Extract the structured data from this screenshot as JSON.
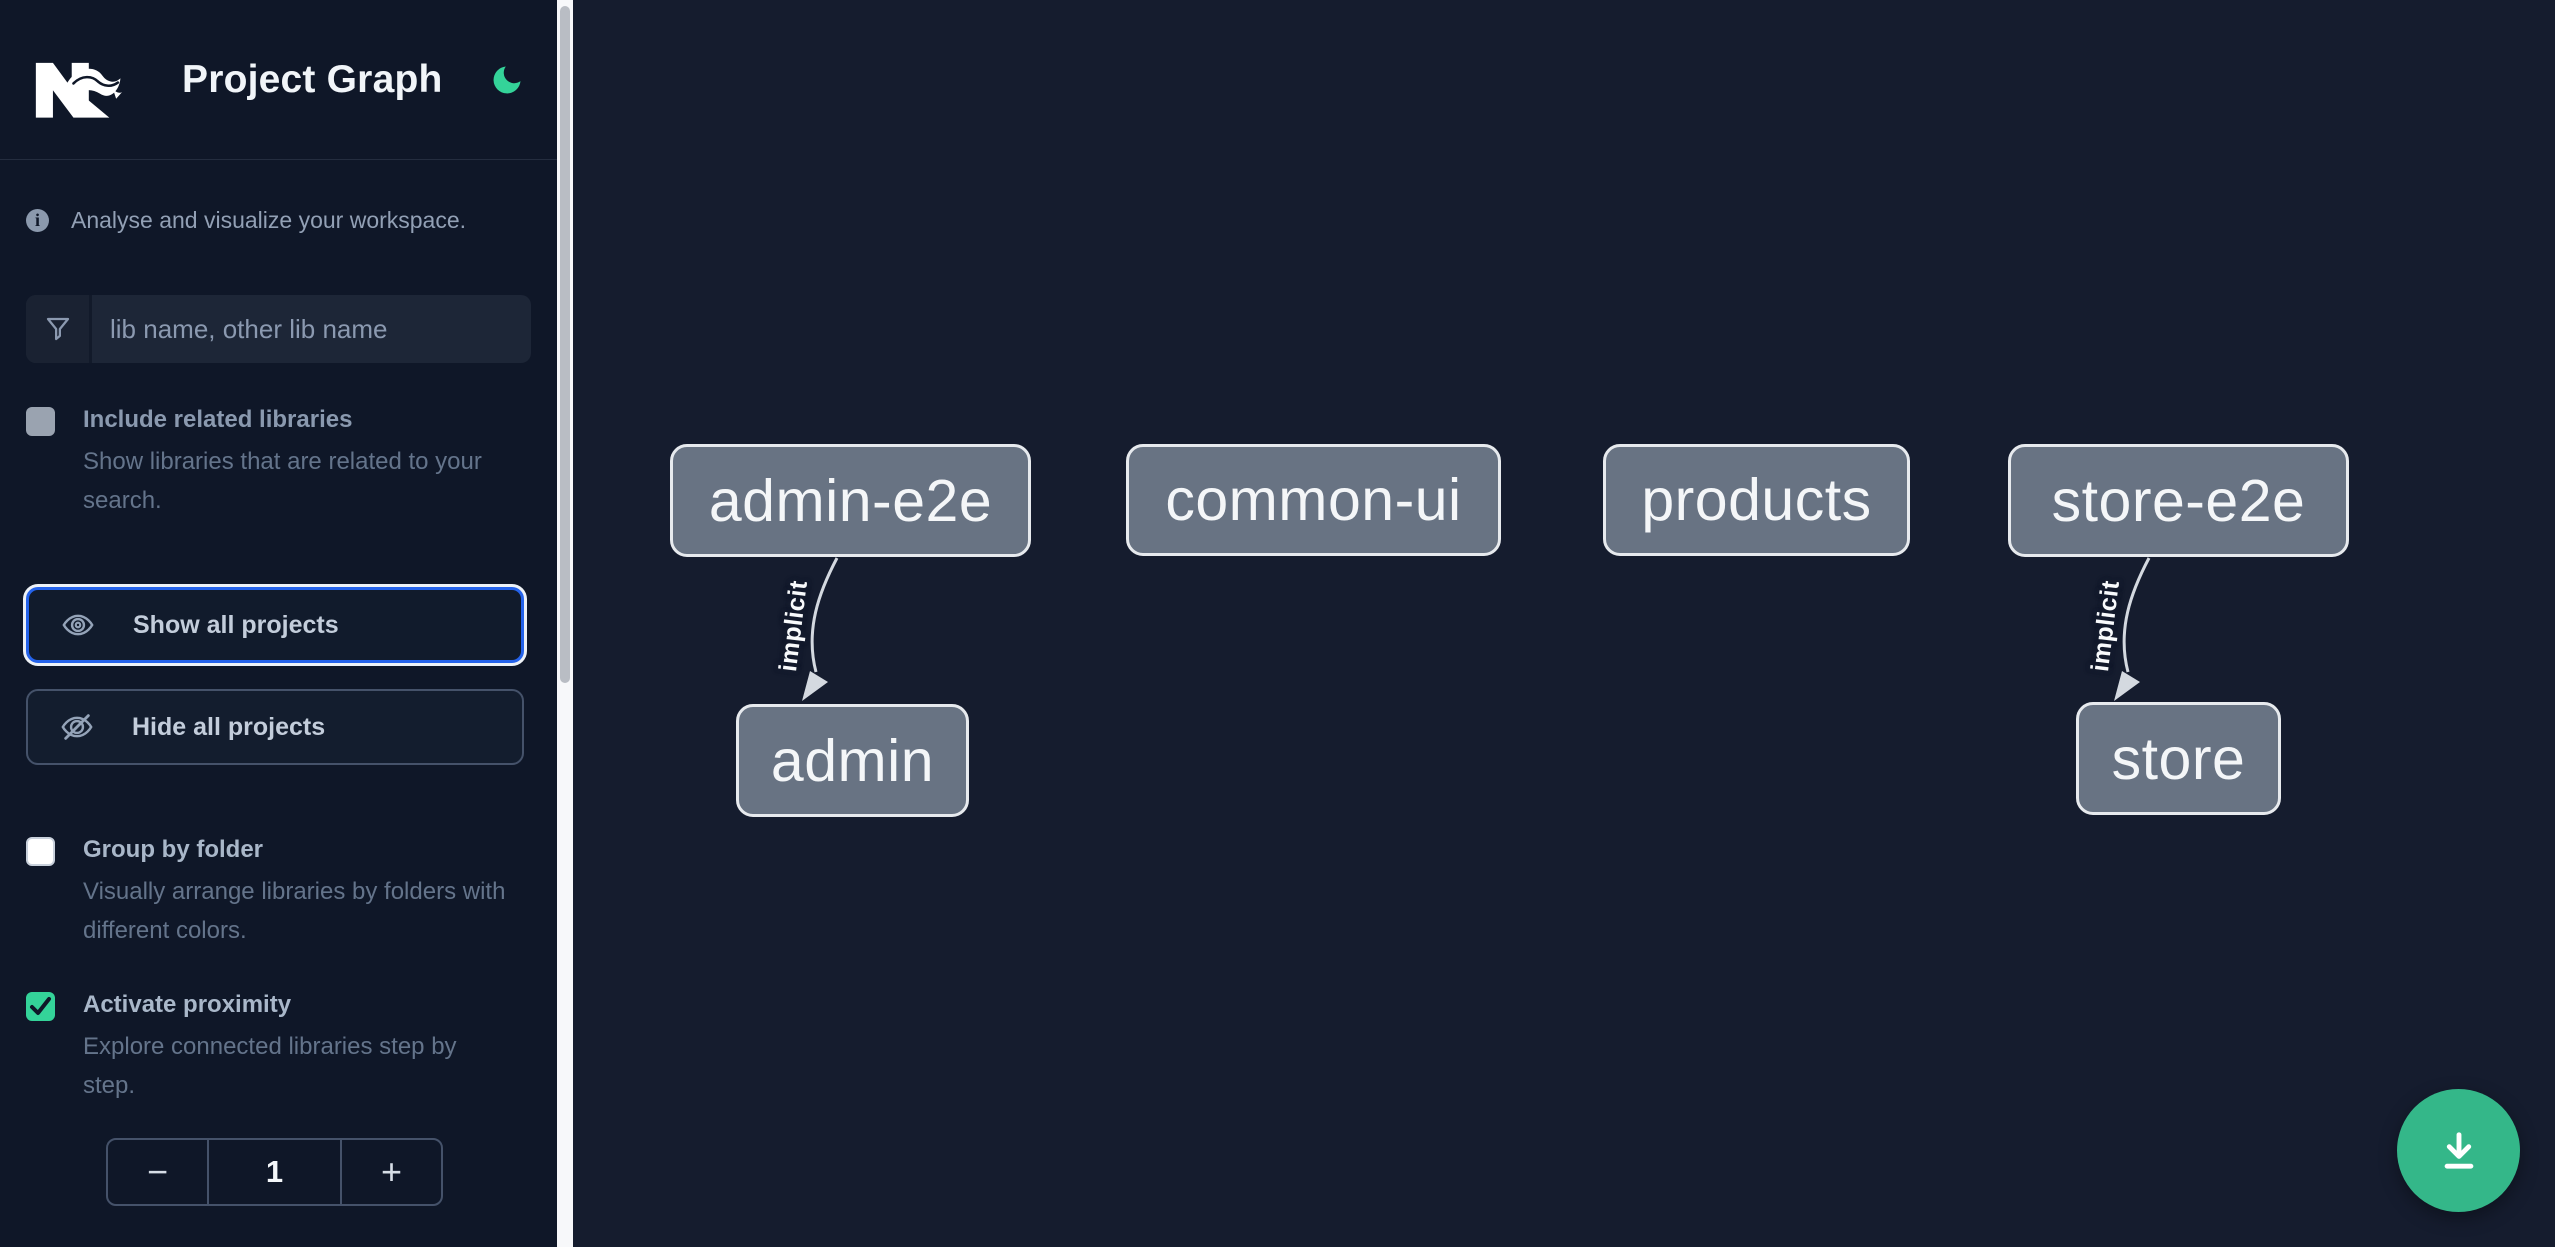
{
  "header": {
    "title": "Project Graph",
    "logo_name": "nx-logo",
    "theme_icon": "moon-icon"
  },
  "sidebar": {
    "tagline": "Analyse and visualize your workspace.",
    "filter": {
      "value": "",
      "placeholder": "lib name, other lib name"
    },
    "buttons": {
      "show_all": "Show all projects",
      "hide_all": "Hide all projects"
    },
    "options": [
      {
        "label": "Include related libraries",
        "description": "Show libraries that are related to your search.",
        "checked": false,
        "disabled": true
      },
      {
        "label": "Group by folder",
        "description": "Visually arrange libraries by folders with different colors.",
        "checked": false,
        "disabled": false
      },
      {
        "label": "Activate proximity",
        "description": "Explore connected libraries step by step.",
        "checked": true,
        "disabled": false
      }
    ],
    "stepper": {
      "decrement": "−",
      "value": "1",
      "increment": "+"
    }
  },
  "graph": {
    "nodes": [
      {
        "label": "admin-e2e"
      },
      {
        "label": "common-ui"
      },
      {
        "label": "products"
      },
      {
        "label": "store-e2e"
      },
      {
        "label": "admin"
      },
      {
        "label": "store"
      }
    ],
    "edges": [
      {
        "from": "admin-e2e",
        "to": "admin",
        "label": "implicit"
      },
      {
        "from": "store-e2e",
        "to": "store",
        "label": "implicit"
      }
    ]
  },
  "colors": {
    "accent_green": "#34d399",
    "download_green": "#34b789",
    "focus_blue": "#2563eb",
    "node_fill": "#687383",
    "node_border": "#e7eaee",
    "sidebar_bg": "#0f1728",
    "canvas_bg": "#151c2e",
    "edge_color": "#d4d9e0"
  }
}
